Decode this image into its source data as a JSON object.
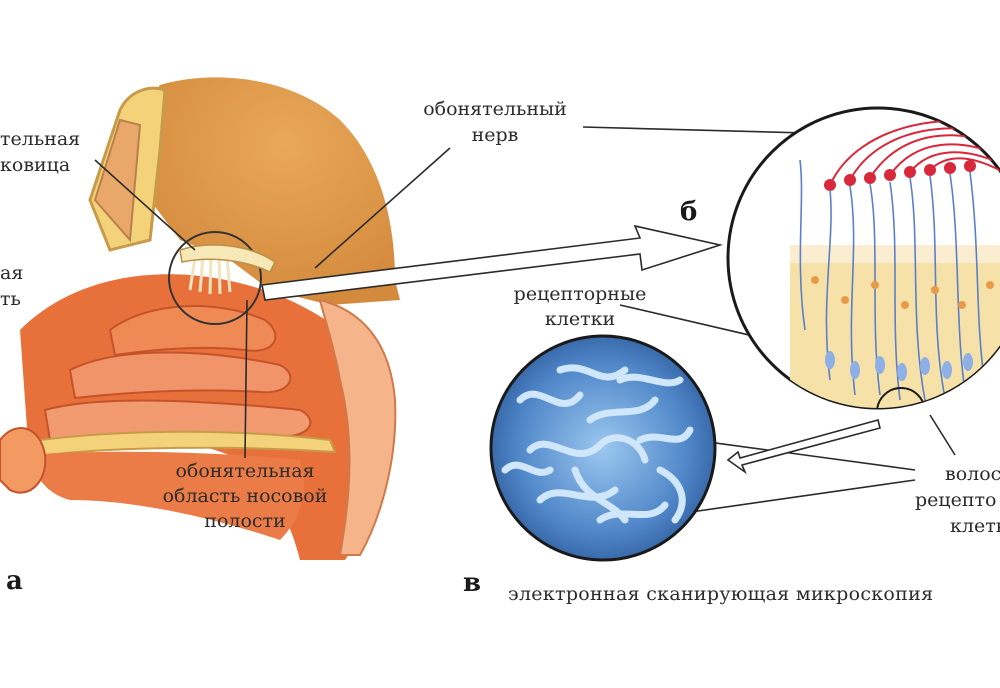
{
  "labels": {
    "bulb_line1": "тельная",
    "bulb_line2": "ковица",
    "left_cut_line1": "ая",
    "left_cut_line2": "ть",
    "nerve_line1": "обонятельный",
    "nerve_line2": "нерв",
    "receptor_line1": "рецепторные",
    "receptor_line2": "клетки",
    "region_line1": "обонятельная",
    "region_line2": "область носовой",
    "region_line3": "полости",
    "hairs_line1": "волос",
    "hairs_line2": "рецепто",
    "hairs_line3": "клетк"
  },
  "panel_letters": {
    "a": "а",
    "b": "б",
    "v": "в"
  },
  "caption": "электронная сканирующая микроскопия",
  "colors": {
    "label_text": "#2b2b2b",
    "nerve": "#d8283c",
    "receptor": "#5b7fc9",
    "tissue": "#e8703a",
    "brain": "#d9903e",
    "sem": "#6aa8e0"
  }
}
